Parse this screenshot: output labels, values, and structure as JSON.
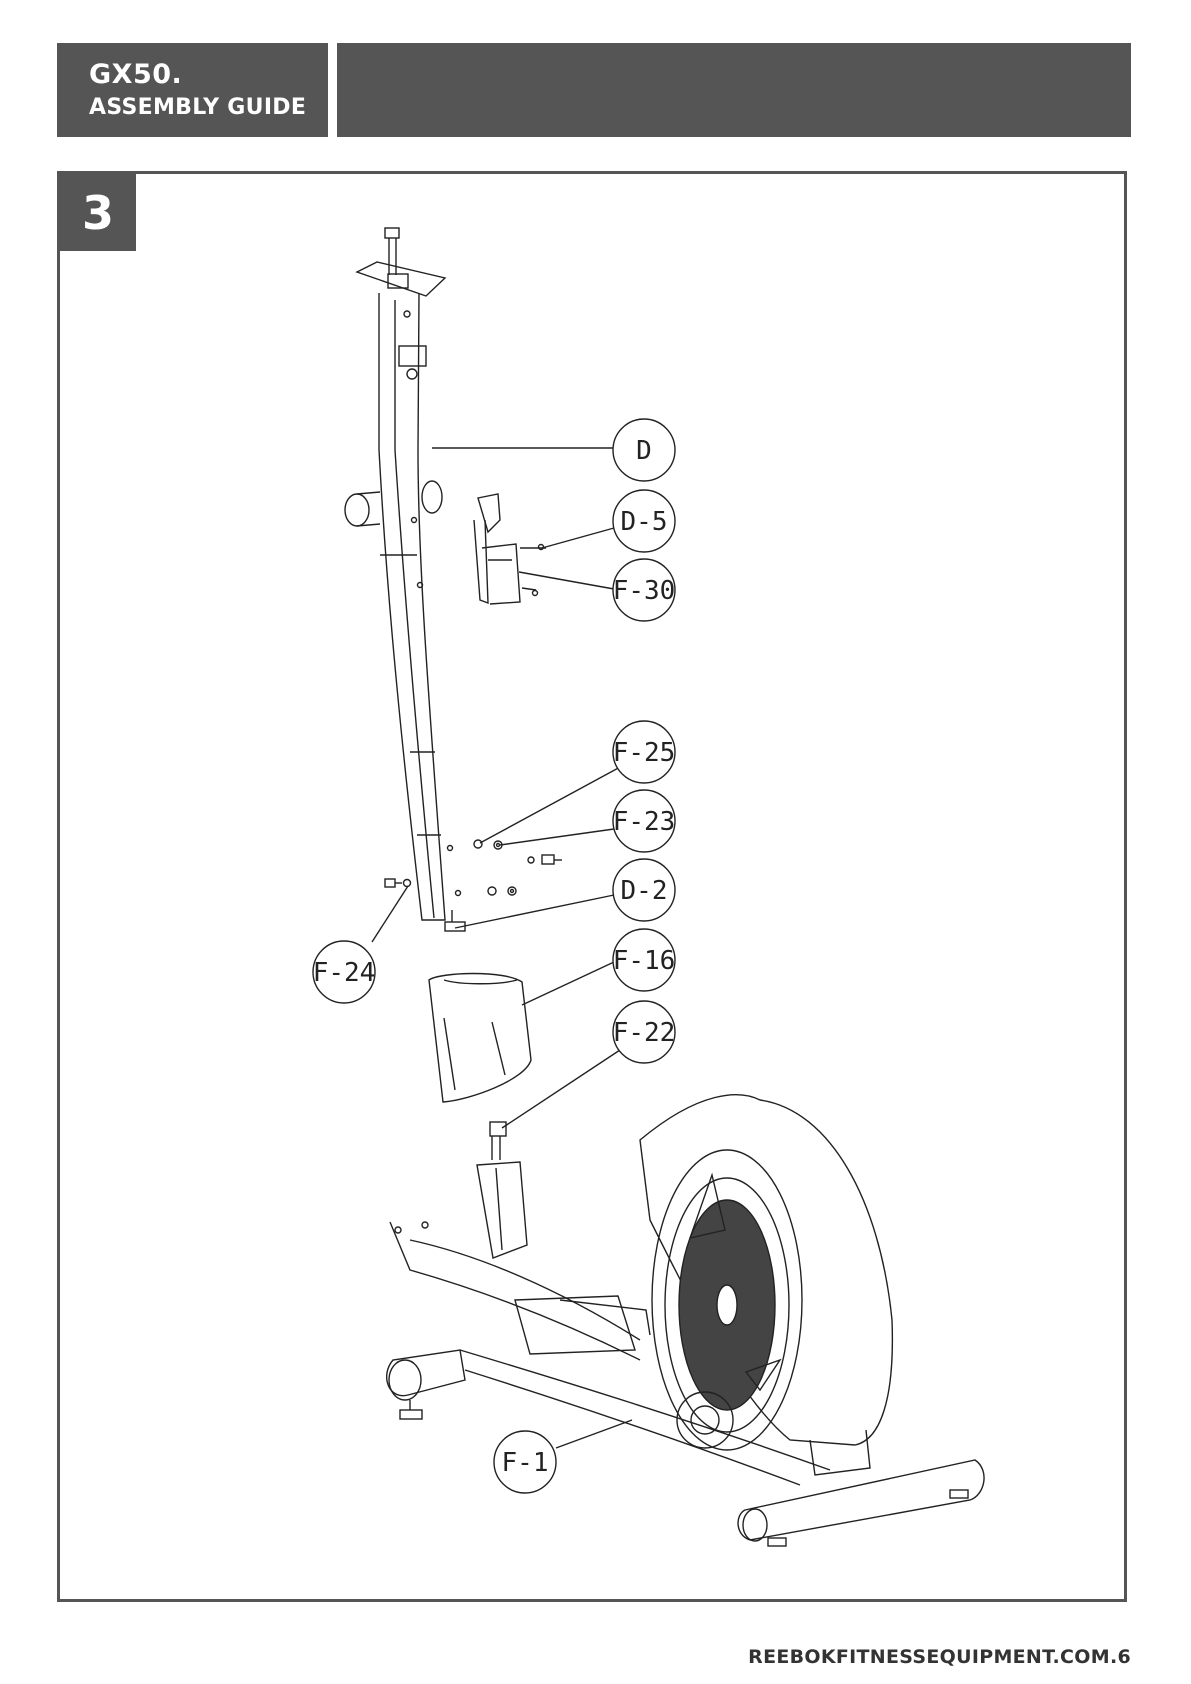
{
  "header": {
    "model": "GX50.",
    "subtitle": "ASSEMBLY GUIDE"
  },
  "step": {
    "number": "3"
  },
  "callouts": [
    {
      "id": "D"
    },
    {
      "id": "D-5"
    },
    {
      "id": "F-30"
    },
    {
      "id": "F-25"
    },
    {
      "id": "F-23"
    },
    {
      "id": "D-2"
    },
    {
      "id": "F-24"
    },
    {
      "id": "F-16"
    },
    {
      "id": "F-22"
    },
    {
      "id": "F-1"
    }
  ],
  "footer": {
    "website": "REEBOKFITNESSEQUIPMENT.COM",
    "page": "6"
  },
  "colors": {
    "header_bg": "#555555",
    "frame": "#555555",
    "line_art": "#222222"
  }
}
